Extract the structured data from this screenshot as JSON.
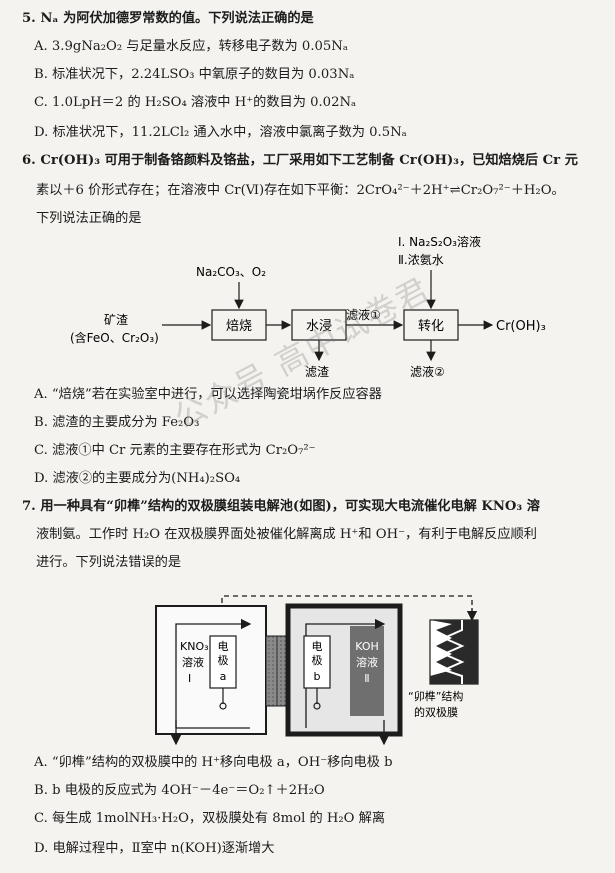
{
  "q5": {
    "stem": "5. Nₐ 为阿伏加德罗常数的值。下列说法正确的是",
    "options": [
      "A. 3.9gNa₂O₂ 与足量水反应，转移电子数为 0.05Nₐ",
      "B. 标准状况下，2.24LSO₃ 中氧原子的数目为 0.03Nₐ",
      "C. 1.0LpH＝2 的 H₂SO₄ 溶液中 H⁺的数目为 0.02Nₐ",
      "D. 标准状况下，11.2LCl₂ 通入水中，溶液中氯离子数为 0.5Nₐ"
    ]
  },
  "q6": {
    "stem_lines": [
      "6. Cr(OH)₃ 可用于制备铬颜料及铬盐，工厂采用如下工艺制备 Cr(OH)₃，已知焙烧后 Cr 元",
      "素以＋6 价形式存在；在溶液中 Cr(Ⅵ)存在如下平衡：2CrO₄²⁻＋2H⁺⇌Cr₂O₇²⁻＋H₂O。",
      "下列说法正确的是"
    ],
    "flow": {
      "reagent1": "Na₂CO₃、O₂",
      "reagent2_a": "Ⅰ. Na₂S₂O₃溶液",
      "reagent2_b": "Ⅱ.浓氨水",
      "raw_line1": "矿渣",
      "raw_line2": "(含FeO、Cr₂O₃)",
      "step1": "焙烧",
      "step2": "水浸",
      "filtrate1": "滤液①",
      "step3": "转化",
      "product": "Cr(OH)₃",
      "residue": "滤渣",
      "filtrate2": "滤液②"
    },
    "options": [
      "A. “焙烧”若在实验室中进行，可以选择陶瓷坩埚作反应容器",
      "B. 滤渣的主要成分为 Fe₂O₃",
      "C. 滤液①中 Cr 元素的主要存在形式为 Cr₂O₇²⁻",
      "D. 滤液②的主要成分为(NH₄)₂SO₄"
    ]
  },
  "q7": {
    "stem_lines": [
      "7. 用一种具有“卯榫”结构的双极膜组装电解池(如图)，可实现大电流催化电解 KNO₃ 溶",
      "液制氨。工作时 H₂O 在双极膜界面处被催化解离成 H⁺和 OH⁻，有利于电解反应顺利",
      "进行。下列说法错误的是"
    ],
    "diagram": {
      "left_sol_1": "KNO₃",
      "left_sol_2": "溶液",
      "left_sol_3": "Ⅰ",
      "electrode_a_1": "电",
      "electrode_a_2": "极",
      "electrode_a_3": "a",
      "electrode_b_1": "电",
      "electrode_b_2": "极",
      "electrode_b_3": "b",
      "right_sol_1": "KOH",
      "right_sol_2": "溶液",
      "right_sol_3": "Ⅱ",
      "membrane_label_1": "“卯榫”结构",
      "membrane_label_2": "的双极膜"
    },
    "options": [
      "A. “卯榫”结构的双极膜中的 H⁺移向电极 a，OH⁻移向电极 b",
      "B. b 电极的反应式为 4OH⁻－4e⁻＝O₂↑＋2H₂O",
      "C. 每生成 1molNH₃·H₂O，双极膜处有 8mol 的 H₂O 解离",
      "D. 电解过程中，Ⅱ室中 n(KOH)逐渐增大"
    ]
  },
  "watermark": "公众号  高中试卷君"
}
